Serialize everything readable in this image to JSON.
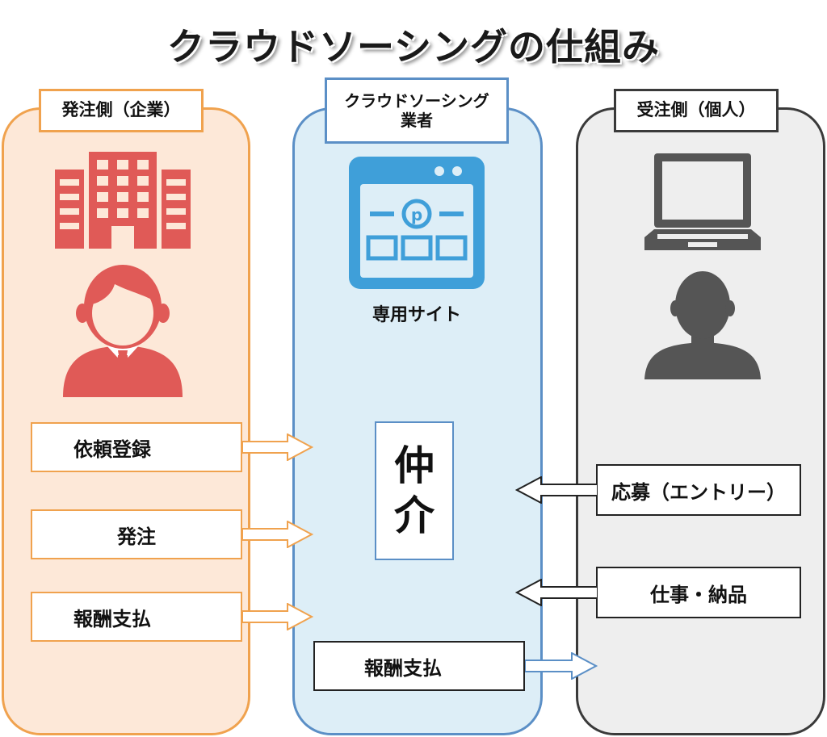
{
  "title": "クラウドソーシングの仕組み",
  "columns": {
    "client": {
      "label": "発注側（企業）"
    },
    "platform": {
      "label_line1": "クラウドソーシング",
      "label_line2": "業者",
      "site_label": "専用サイト",
      "intermediary_line1": "仲",
      "intermediary_line2": "介"
    },
    "worker": {
      "label": "受注側（個人）"
    }
  },
  "client_actions": [
    "依頼登録",
    "発注",
    "報酬支払"
  ],
  "worker_actions": [
    "応募（エントリー）",
    "仕事・納品"
  ],
  "platform_action": "報酬支払",
  "colors": {
    "client_accent": "#f0a24e",
    "client_bg": "#fde8d8",
    "client_icon": "#e05a57",
    "platform_accent": "#5b8fc6",
    "platform_bg": "#ddeef7",
    "platform_icon": "#3f9fd9",
    "worker_accent": "#3a3a3a",
    "worker_bg": "#eeeeee",
    "worker_icon": "#555555"
  },
  "icons": [
    "office-building-icon",
    "businessman-icon",
    "website-icon",
    "laptop-icon",
    "person-silhouette-icon",
    "arrow-right-icon",
    "arrow-left-icon"
  ]
}
